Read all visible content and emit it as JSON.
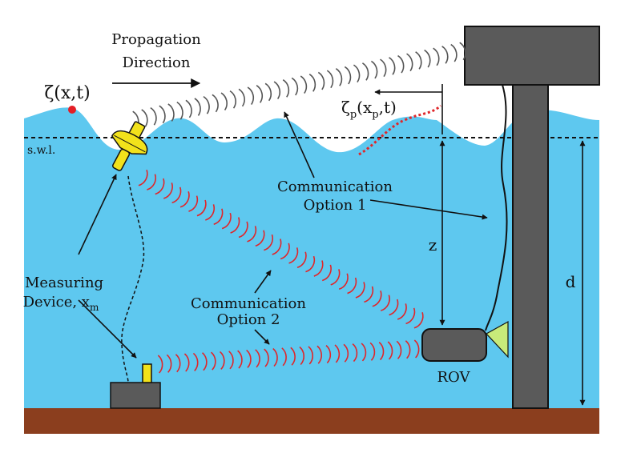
{
  "labels": {
    "propagation_line1": "Propagation",
    "propagation_line2": "Direction",
    "zeta": "ζ(x,t)",
    "zeta_p": "ζ",
    "zeta_p_sub": "p",
    "zeta_p_args_a": "(x",
    "zeta_p_args_sub": "p",
    "zeta_p_args_b": ",t)",
    "swl": "s.w.l.",
    "comm1_line1": "Communication",
    "comm1_line2": "Option 1",
    "comm2_line1": "Communication",
    "comm2_line2": "Option 2",
    "measuring_line1": "Measuring",
    "measuring_line2": "Device, x",
    "measuring_sub": "m",
    "depth_z": "z",
    "depth_d": "d",
    "rov": "ROV"
  },
  "colors": {
    "water": "#5ec8ef",
    "seabed": "#8b3e1e",
    "structure": "#5a5a5a",
    "buoy": "#f2e21b",
    "signal_red": "#e0262a",
    "signal_gray": "#555555",
    "sonar": "#c8ea7a",
    "point": "#e41e26"
  },
  "icons": {
    "buoy": "surface-buoy-icon",
    "seabed_sensor": "seabed-sensor-icon",
    "rov": "rov-icon",
    "platform": "offshore-platform-icon"
  }
}
